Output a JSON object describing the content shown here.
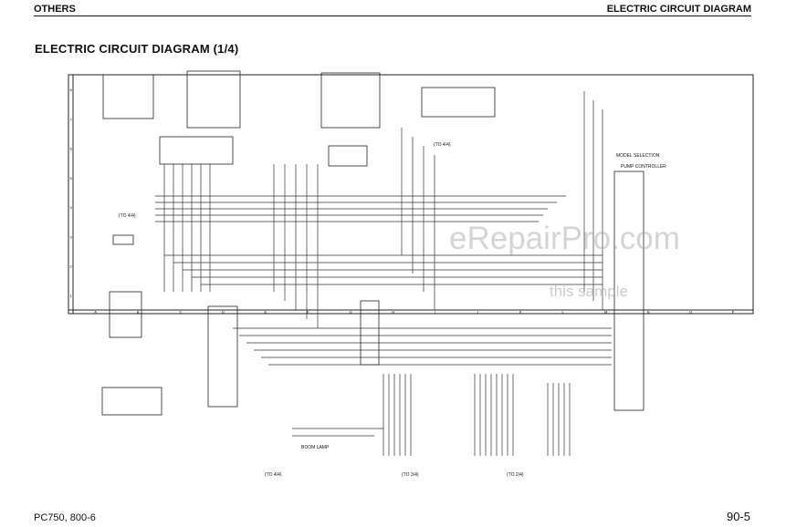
{
  "header": {
    "section": "OTHERS",
    "right_title": "ELECTRIC CIRCUIT DIAGRAM"
  },
  "title": "ELECTRIC CIRCUIT DIAGRAM (1/4)",
  "footer": {
    "model": "PC750, 800-6",
    "page": "90-5"
  },
  "watermark": {
    "site": "eRepairPro.com",
    "note": "this sample"
  },
  "diagram": {
    "row_markers": [
      "8",
      "7",
      "6",
      "5",
      "4",
      "3",
      "2",
      "1"
    ],
    "col_markers": [
      "A",
      "B",
      "C",
      "D",
      "E",
      "F",
      "G",
      "H",
      "I",
      "J",
      "K",
      "L",
      "M",
      "N",
      "O",
      "P"
    ],
    "labels": {
      "to_4_left": "(TO 4/4)",
      "to_4_top": "(TO 4/4)",
      "to_4_bottom": "(TO 4/4)",
      "to_3_bottom": "(TO 3/4)",
      "to_2_bottom": "(TO 2/4)",
      "model_selection": "MODEL SELECTION",
      "pump_controller": "PUMP CONTROLLER",
      "boom_lamp": "BOOM LAMP"
    }
  }
}
